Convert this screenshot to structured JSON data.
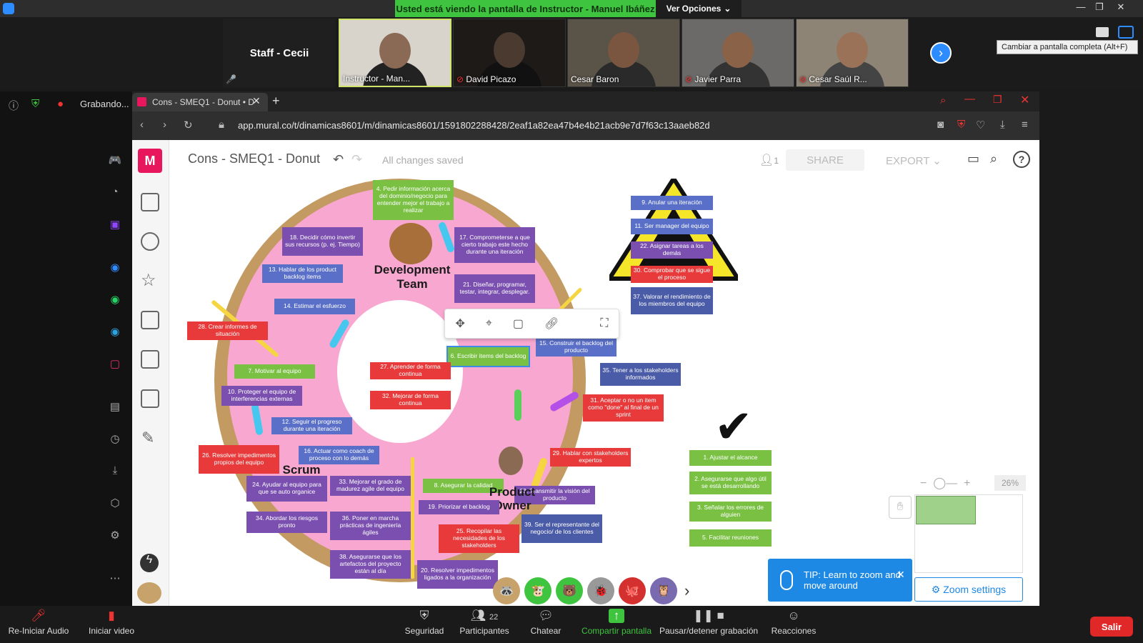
{
  "zoom": {
    "banner": "Usted está viendo la pantalla de Instructor - Manuel Ibáñez",
    "view_options": "Ver Opciones",
    "staff_name": "Staff - Cecii",
    "fullscreen_tip": "Cambiar a pantalla completa (Alt+F)",
    "recording": "Grabando...",
    "participants": [
      {
        "name": "Instructor - Man...",
        "muted": false
      },
      {
        "name": "David Picazo",
        "muted": true
      },
      {
        "name": "Cesar Baron",
        "muted": false
      },
      {
        "name": "Javier Parra",
        "muted": true
      },
      {
        "name": "Cesar Saúl R...",
        "muted": true
      }
    ],
    "bottom": {
      "audio": "Re-Iniciar Audio",
      "video": "Iniciar video",
      "security": "Seguridad",
      "participants": "Participantes",
      "participants_count": "22",
      "chat": "Chatear",
      "share": "Compartir pantalla",
      "pause_rec": "Pausar/detener grabación",
      "reactions": "Reacciones",
      "leave": "Salir"
    }
  },
  "browser": {
    "tab_title": "Cons - SMEQ1 - Donut • D",
    "url": "app.mural.co/t/dinamicas8601/m/dinamicas8601/1591802288428/2eaf1a82ea47b4e4b21acb9e7d7f63c13aaeb82d"
  },
  "mural": {
    "title": "Cons - SMEQ1 - Donut",
    "saved": "All changes saved",
    "user_count": "1",
    "share": "SHARE",
    "export": "EXPORT",
    "zoom_pct": "26%",
    "tip": "TIP: Learn to zoom and move around",
    "zoom_settings": "Zoom settings",
    "roles": {
      "dev": "Development Team",
      "scrum": "Scrum Master",
      "po": "Product Owner"
    },
    "notes": {
      "n4": "4. Pedir información acerca del dominio/negocio para entender mejor el trabajo a realizar",
      "n18": "18. Decidir cómo invertir sus recursos (p. ej. Tiempo)",
      "n17": "17. Comprometerse a que cierto trabajo este hecho durante una iteración",
      "n13": "13. Hablar de los product backlog items",
      "n21": "21. Diseñar, programar, testar, integrar, desplegar.",
      "n14": "14. Estimar el esfuerzo",
      "n28": "28. Crear informes de situación",
      "n15": "15. Construir el backlog del producto",
      "n6": "6. Escribir items del backlog",
      "n27": "27. Aprender de forma continua",
      "n7": "7. Motivar al equipo",
      "n35": "35. Tener a los stakeholders informados",
      "n32": "32. Mejorar de forma continua",
      "n10": "10. Proteger el equipo de interferencias externas",
      "n31": "31. Aceptar o no un item como \"done\" al final de un sprint",
      "n12": "12. Seguir el progreso durante una iteración",
      "n26": "26. Resolver impedimentos propios del equipo",
      "n16": "16. Actuar como coach de proceso con lo demás",
      "n29": "29. Hablar con stakeholders expertos",
      "n24": "24. Ayudar al equipo para que se auto organice",
      "n33": "33. Mejorar el grado de madurez agile del equipo",
      "n8": "8. Asegurar la calidad",
      "n23": "23. Transmitir la visión del producto",
      "n19": "19. Priorizar el backlog",
      "n34": "34. Abordar los riesgos pronto",
      "n36": "36. Poner en marcha prácticas de ingeniería ágiles",
      "n39": "39. Ser el representante del negocio/ de los clientes",
      "n25": "25. Recopilar las necesidades de los stakeholders",
      "n38": "38. Asegurarse que los artefactos del proyecto están al día",
      "n20": "20. Resolver impedimentos ligados a la organización",
      "n9": "9. Anular una iteración",
      "n11": "11. Ser manager del equipo",
      "n22": "22. Asignar tareas a los demás",
      "n30": "30. Comprobar que se sigue el proceso",
      "n37": "37. Valorar el rendimiento de los miembros del equipo",
      "n1": "1. Ajustar el alcance",
      "n2": "2. Asegurarse que algo útil se está desarrollando",
      "n3": "3. Señalar los errores de alguien",
      "n5": "5. Facilitar reuniones"
    }
  }
}
